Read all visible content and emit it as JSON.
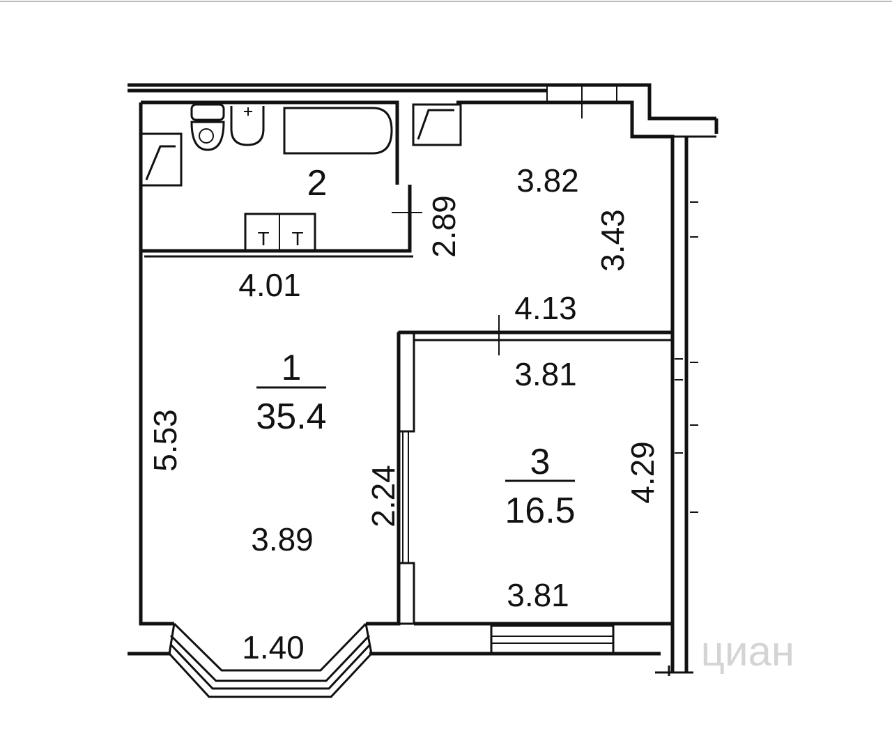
{
  "rooms": [
    {
      "number": "1",
      "area": "35.4"
    },
    {
      "number": "2"
    },
    {
      "number": "3",
      "area": "16.5"
    }
  ],
  "dimensions": {
    "bath_height": "2.89",
    "room1_top": "4.01",
    "room1_left": "5.53",
    "room1_bottom": "3.89",
    "opening_width": "2.24",
    "bay_window": "1.40",
    "kitchen_width": "3.82",
    "kitchen_height": "3.43",
    "kitchen_bottom": "4.13",
    "room3_top": "3.81",
    "room3_bottom": "3.81",
    "room3_height": "4.29"
  },
  "fixtures": {
    "sink_tap": "T"
  },
  "watermark": "циан"
}
